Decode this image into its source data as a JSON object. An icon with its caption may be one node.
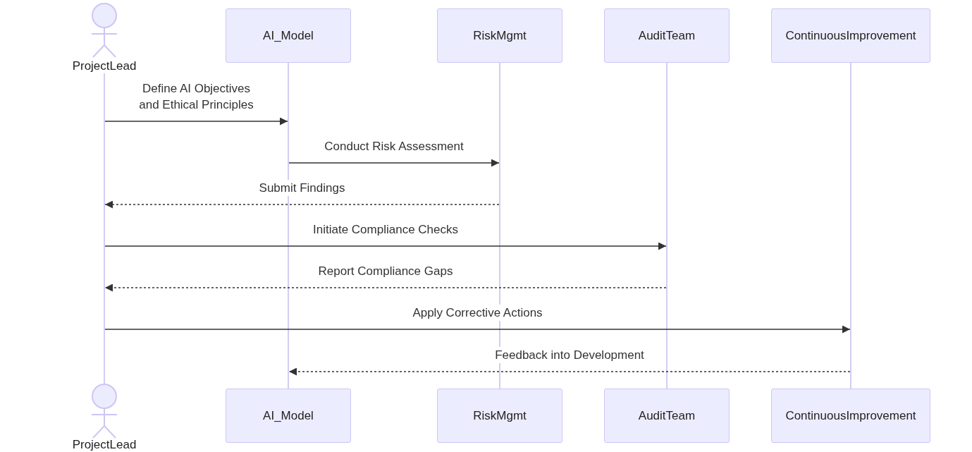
{
  "diagram": {
    "nodes": [
      {
        "text": [
          "ProjectLead"
        ]
      },
      {
        "text": [
          "AI_Model"
        ]
      },
      {
        "text": [
          "RiskMgmt"
        ]
      },
      {
        "text": [
          "AuditTeam"
        ]
      },
      {
        "text": [
          "ContinuousImprovement"
        ]
      },
      {
        "text": [],
        "shape": "line"
      },
      {
        "text": [],
        "shape": "line"
      },
      {
        "text": [],
        "shape": "line"
      },
      {
        "text": [],
        "shape": "line"
      },
      {
        "text": [],
        "shape": "line"
      },
      {
        "text": [
          "ProjectLead"
        ]
      },
      {
        "text": [
          "AI_Model"
        ]
      },
      {
        "text": [
          "RiskMgmt"
        ]
      },
      {
        "text": [
          "AuditTeam"
        ]
      },
      {
        "text": [
          "ContinuousImprovement"
        ]
      }
    ],
    "edges": [
      {
        "from": 5,
        "to": 6,
        "arrow": "to",
        "label": "Define AI Objectives and Ethical Principles"
      },
      {
        "from": 6,
        "to": 7,
        "arrow": "to",
        "label": "Conduct Risk Assessment"
      },
      {
        "from": 7,
        "to": 5,
        "arrow": "to",
        "label": "Submit Findings",
        "style": "dashed"
      },
      {
        "from": 5,
        "to": 8,
        "arrow": "to",
        "label": "Initiate Compliance Checks"
      },
      {
        "from": 8,
        "to": 5,
        "arrow": "to",
        "label": "Report Compliance Gaps",
        "style": "dashed"
      },
      {
        "from": 5,
        "to": 9,
        "arrow": "to",
        "label": "Apply Corrective Actions"
      },
      {
        "from": 9,
        "to": 6,
        "arrow": "to",
        "label": "Feedback into Development",
        "style": "dashed"
      }
    ]
  }
}
